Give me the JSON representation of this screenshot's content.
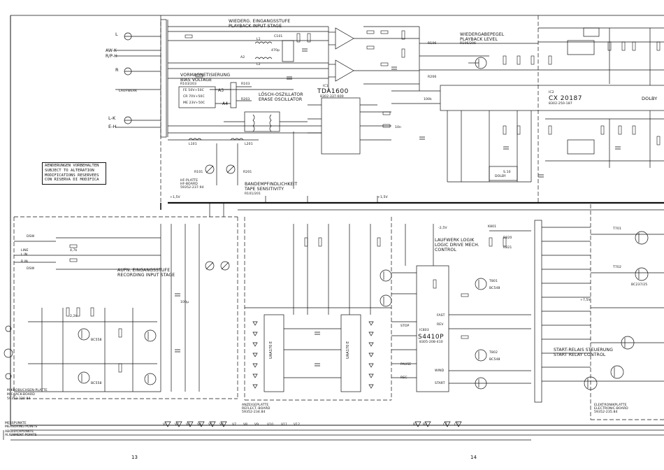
{
  "page_numbers": {
    "left": "13",
    "right": "14"
  },
  "notice": {
    "lines": [
      "AENDERUNGEN VORBEHALTEN",
      "SUBJECT TO ALTERATION",
      "MODIFICATIONS RESERVEES",
      "CON RISERVA DI MODIFICA"
    ]
  },
  "inputs": {
    "l": "L",
    "awk": "AW-K",
    "rph": "R/P-H",
    "r": "R",
    "laufwerk": "LAUFWERK",
    "lk": "L-K",
    "eh": "E-H",
    "line": "LINE",
    "ln": "L IN",
    "rin": "R IN",
    "dsw": "DSW",
    "mikro": "MIKROBUCHSEN-PLATTE",
    "mikro2": "MIC-JACK-BOARD",
    "mikro_code": "59352-220.84"
  },
  "blocks": {
    "playback_de": "WIEDERG. EINGANGSSTUFE",
    "playback_en": "PLAYBACK INPUT STAGE",
    "bias_de": "VORMAGNETISIERUNG",
    "bias_en": "BIAS VOLTAGE",
    "bias_ref": "R103/203",
    "erase_de": "LÖSCH-OSZILLATOR",
    "erase_en": "ERASE OSCILLATOR",
    "level_de": "WIEDERGABEPEGEL",
    "level_en": "PLAYBACK LEVEL",
    "level_ref": "R106/206",
    "sens_de": "BANDEMPFINDLICHKEIT",
    "sens_en": "TAPE SENSITIVITY",
    "sens_ref": "R101/201",
    "rec_de": "AUFN. EINGANGSSTUFE",
    "rec_en": "RECORDING INPUT STAGE",
    "logic_de": "LAUFWERK LOGIK",
    "logic_en": "LOGIC DRIVE MECH.",
    "logic_en2": "CONTROL",
    "relay_de": "START-RELAIS STEUERUNG",
    "relay_en": "START RELAY CONTROL",
    "dolby": "DOLBY",
    "hf_plate": "HF-PLATTE",
    "hf_code": "HF-BOARD",
    "hf_num": "59352-237.94",
    "anzeige": "ANZEIGEPLATTE",
    "anzeige2": "REFLECT.-BOARD",
    "anzeige_num": "59352-234.84",
    "elektronik": "ELEKTRONIKPLATTE",
    "elektronik2": "ELECTRONIC-BOARD",
    "elektronik_num": "59352-235.84"
  },
  "ics": {
    "ic1_name": "TDA1600",
    "ic1_ref": "IC1",
    "ic1_code": "8302-337-600",
    "ic2_name": "CX 20187",
    "ic2_ref": "IC2",
    "ic2_code": "8302-250-187",
    "ic3_name": "S4410P",
    "ic3_ref": "IC803",
    "ic3_code": "8305-208-410",
    "ic4_name": "UAA170 E",
    "ic5_name": "UAA170 E"
  },
  "bias_rows": [
    "FE  50V+50C",
    "CR  70V+50C",
    "ME  23V+50C"
  ],
  "logic_pins": [
    "FAST",
    "REV",
    "STOP",
    "PAUSE",
    "REC",
    "WIND",
    "START"
  ],
  "parts": {
    "c101": "C101",
    "l1": "L1",
    "l2": "L2",
    "a2": "A2",
    "a3": "A3",
    "a4": "A4",
    "r103": "R103",
    "r203": "R203",
    "r106": "R106",
    "r206": "R206",
    "l101": "L101",
    "l201": "L201",
    "r101": "R101",
    "r201": "R201",
    "t801": "T801",
    "t802": "T802",
    "t701": "T701",
    "t702": "T702",
    "k801": "K801",
    "r820": "R820",
    "r821": "R821",
    "bc548": "BC548",
    "bc558": "BC558",
    "bc237": "BC237/25",
    "v1": "+1,5V",
    "v2": "-2,5V",
    "v3": "+7,5V",
    "v4": "+1,5V",
    "c4": "470p",
    "c5": "4,7k",
    "c6": "100k",
    "c7": "10n",
    "c8": "2,2k",
    "c9": "100µ",
    "dbx": "DOLBY",
    "s1": "S.10"
  },
  "measure": {
    "de": "MESSPUNKTE",
    "en": "MEASURING POINTS",
    "align_de": "ABGLEICHPUNKTE",
    "align_en": "ALIGNMENT POINTS",
    "points": [
      "V1",
      "V2",
      "V3",
      "V4",
      "V5",
      "V6",
      "V7",
      "V8",
      "V9",
      "V10",
      "V11",
      "V12"
    ],
    "points2": [
      "B1",
      "B2",
      "C1",
      "C2"
    ]
  }
}
